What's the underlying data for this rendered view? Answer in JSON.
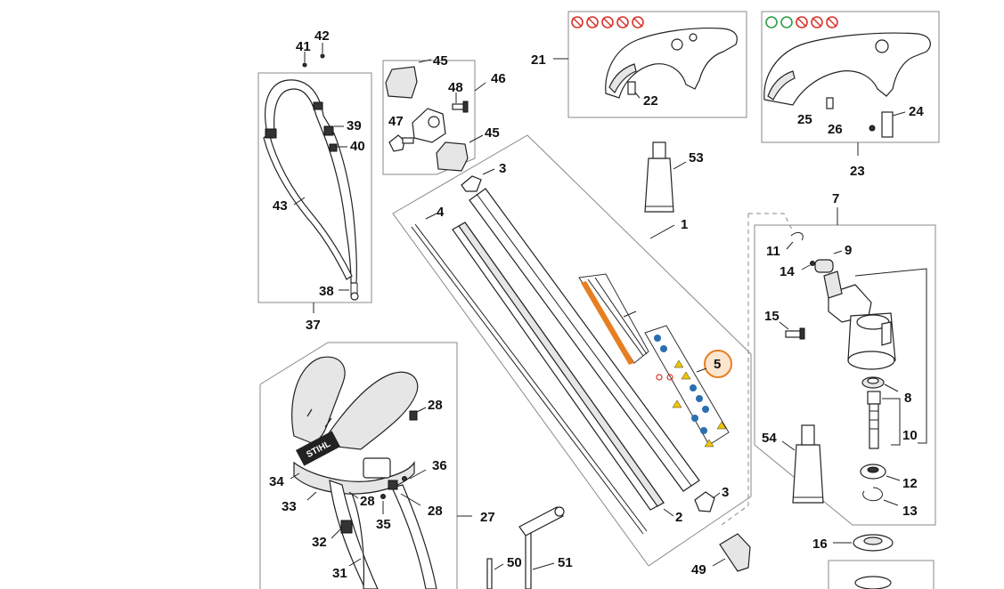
{
  "labels": {
    "n1": "1",
    "n2": "2",
    "n3a": "3",
    "n3b": "3",
    "n4": "4",
    "n5": "5",
    "n7": "7",
    "n8": "8",
    "n9": "9",
    "n10": "10",
    "n11": "11",
    "n12": "12",
    "n13": "13",
    "n14": "14",
    "n15": "15",
    "n16": "16",
    "n21": "21",
    "n22": "22",
    "n23": "23",
    "n24": "24",
    "n25": "25",
    "n26": "26",
    "n27": "27",
    "n28a": "28",
    "n28b": "28",
    "n28c": "28",
    "n31": "31",
    "n32": "32",
    "n33": "33",
    "n34": "34",
    "n35": "35",
    "n36": "36",
    "n37": "37",
    "n38": "38",
    "n39": "39",
    "n40": "40",
    "n41": "41",
    "n42": "42",
    "n43": "43",
    "n45a": "45",
    "n45b": "45",
    "n46": "46",
    "n47": "47",
    "n48": "48",
    "n49": "49",
    "n50": "50",
    "n51": "51",
    "n53": "53",
    "n54": "54"
  },
  "brand": {
    "harness_logo": "STIHL"
  },
  "colors": {
    "highlight": "#e67e22",
    "highlight_fill": "#fde6cf",
    "warning_blue": "#2a6fb0",
    "warning_yellow": "#f2c400",
    "prohibit_red": "#d9342b",
    "ok_green": "#2e9e47"
  }
}
